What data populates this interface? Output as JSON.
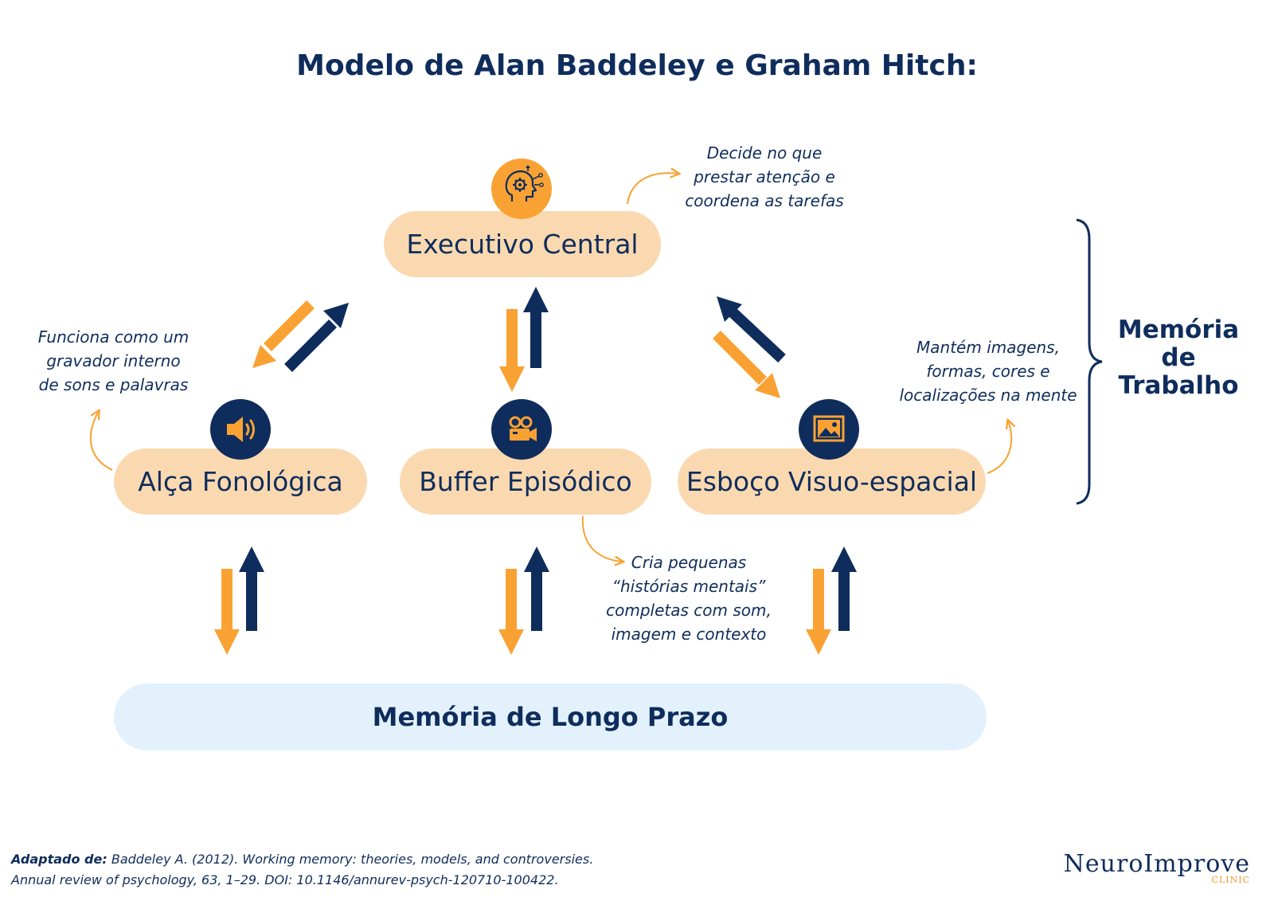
{
  "title": "Modelo de Alan Baddeley e Graham Hitch:",
  "colors": {
    "navy": "#0f2d5c",
    "orange": "#f9a233",
    "box_fill": "#fbd9b0",
    "ltm_fill": "#e3f1fd"
  },
  "components": {
    "central_executive": {
      "label": "Executivo Central",
      "icon": "head-gears-icon"
    },
    "phonological_loop": {
      "label": "Alça Fonológica",
      "icon": "speaker-icon"
    },
    "episodic_buffer": {
      "label": "Buffer Episódico",
      "icon": "movie-camera-icon"
    },
    "visuospatial_sketchpad": {
      "label": "Esboço Visuo-espacial",
      "icon": "image-icon"
    }
  },
  "long_term_memory": {
    "label": "Memória de Longo Prazo"
  },
  "notes": {
    "central_executive": [
      "Decide no que",
      "prestar atenção e",
      "coordena as tarefas"
    ],
    "phonological_loop": [
      "Funciona como um",
      "gravador interno",
      "de sons e palavras"
    ],
    "visuospatial_sketchpad": [
      "Mantém imagens,",
      "formas, cores e",
      "localizações na mente"
    ],
    "episodic_buffer": [
      "Cria pequenas",
      "“histórias mentais”",
      "completas com som,",
      "imagem e contexto"
    ]
  },
  "working_memory_label": [
    "Memória",
    "de",
    "Trabalho"
  ],
  "citation": {
    "prefix": "Adaptado de:",
    "line1": "Baddeley A. (2012). Working memory: theories, models, and controversies.",
    "line2": "Annual review of psychology, 63, 1–29. DOI: 10.1146/annurev-psych-120710-100422."
  },
  "logo": {
    "name": "NeuroImprove",
    "sub": "CLINIC"
  }
}
